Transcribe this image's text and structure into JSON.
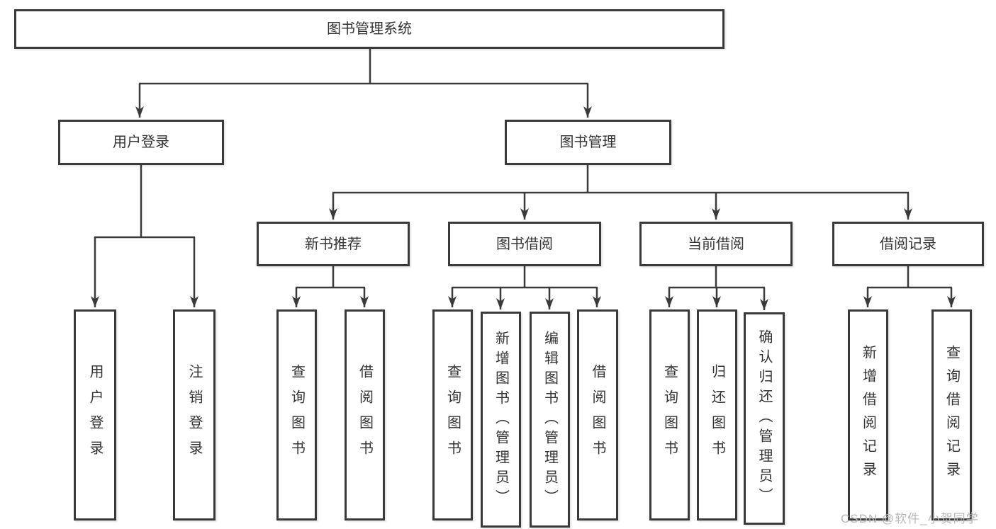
{
  "diagram": {
    "type": "tree",
    "title": "图书管理系统",
    "nodes": [
      {
        "id": "root",
        "label": "图书管理系统",
        "parent": null
      },
      {
        "id": "user-login",
        "label": "用户登录",
        "parent": "root"
      },
      {
        "id": "book-management",
        "label": "图书管理",
        "parent": "root"
      },
      {
        "id": "new-book-rec",
        "label": "新书推荐",
        "parent": "book-management"
      },
      {
        "id": "book-borrowing",
        "label": "图书借阅",
        "parent": "book-management"
      },
      {
        "id": "current-borrowing",
        "label": "当前借阅",
        "parent": "book-management"
      },
      {
        "id": "borrowing-records",
        "label": "借阅记录",
        "parent": "book-management"
      },
      {
        "id": "login",
        "label": "用户登录",
        "parent": "user-login"
      },
      {
        "id": "logout",
        "label": "注销登录",
        "parent": "user-login"
      },
      {
        "id": "rec-query-books",
        "label": "查询图书",
        "parent": "new-book-rec"
      },
      {
        "id": "rec-borrow-books",
        "label": "借阅图书",
        "parent": "new-book-rec"
      },
      {
        "id": "bb-query-books",
        "label": "查询图书",
        "parent": "book-borrowing"
      },
      {
        "id": "bb-add-books",
        "label": "新增图书（管理员）",
        "parent": "book-borrowing"
      },
      {
        "id": "bb-edit-books",
        "label": "编辑图书（管理员）",
        "parent": "book-borrowing"
      },
      {
        "id": "bb-borrow-books",
        "label": "借阅图书",
        "parent": "book-borrowing"
      },
      {
        "id": "cb-query-books",
        "label": "查询图书",
        "parent": "current-borrowing"
      },
      {
        "id": "cb-return-books",
        "label": "归还图书",
        "parent": "current-borrowing"
      },
      {
        "id": "cb-confirm-return",
        "label": "确认归还（管理员）",
        "parent": "current-borrowing"
      },
      {
        "id": "br-add-record",
        "label": "新增借阅记录",
        "parent": "borrowing-records"
      },
      {
        "id": "br-query-record",
        "label": "查询借阅记录",
        "parent": "borrowing-records"
      }
    ]
  },
  "colors": {
    "line": "#3a3a3a",
    "node_border": "#3a3a3a",
    "node_text": "#333333",
    "background": "#ffffff",
    "watermark": "#b8b8b8"
  },
  "watermark": {
    "text": "CSDN @软件_小贺同学"
  }
}
